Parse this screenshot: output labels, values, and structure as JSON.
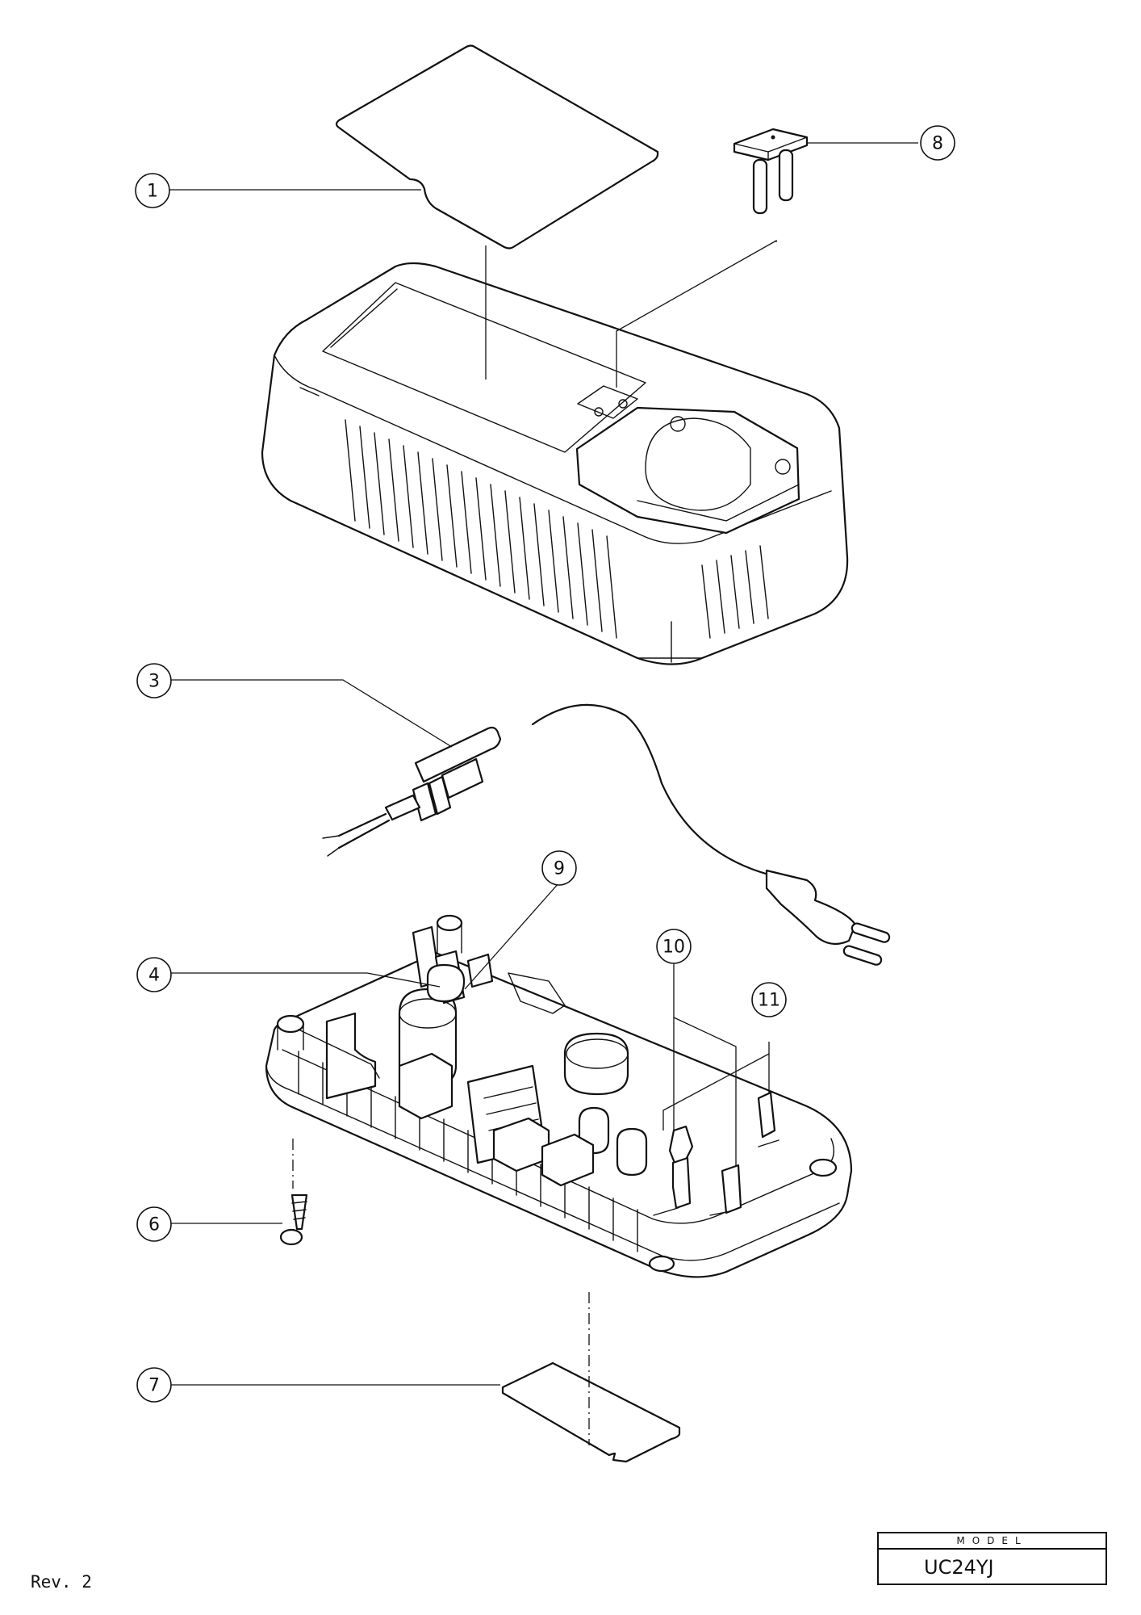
{
  "callouts": [
    "1",
    "3",
    "4",
    "6",
    "7",
    "8",
    "9",
    "10",
    "11"
  ],
  "footer": {
    "revision": "Rev. 2",
    "model_heading": "MODEL",
    "model_value": "UC24YJ"
  }
}
